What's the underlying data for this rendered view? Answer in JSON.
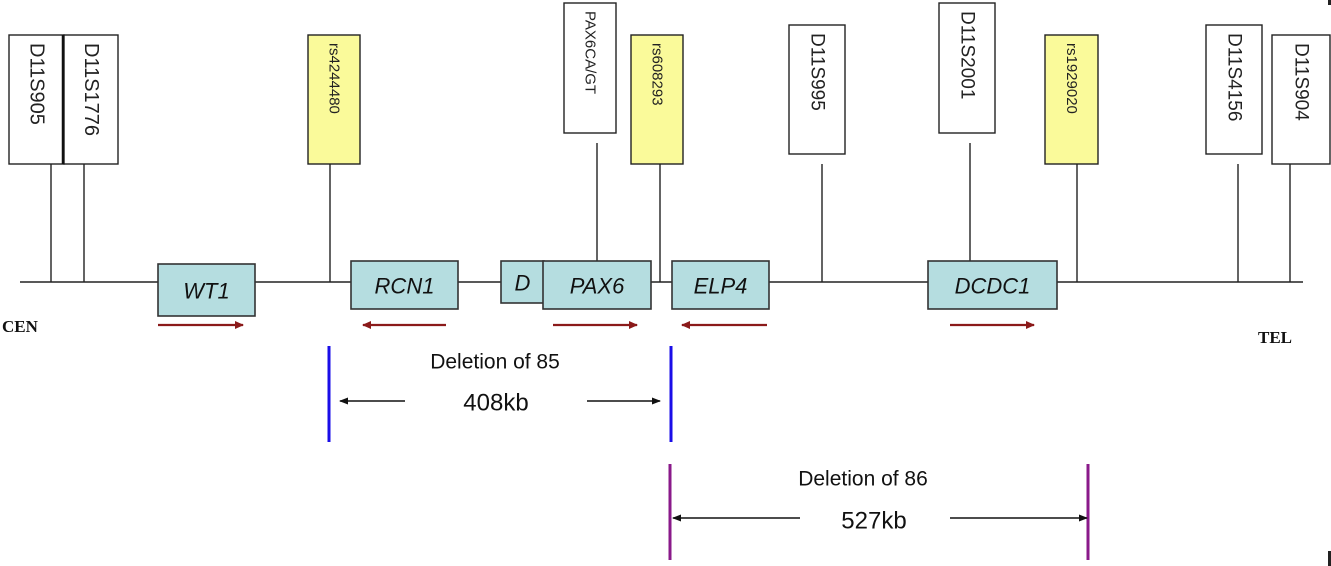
{
  "diagram": {
    "ends": {
      "left": "CEN",
      "right": "TEL"
    },
    "colors": {
      "gene_fill": "#b5dde0",
      "snp_fill": "#fafa9a",
      "marker_fill": "#ffffff",
      "arrow_gene": "#8b1a1a",
      "deletion_85": "#1a0ee8",
      "deletion_86": "#8a1a8a",
      "line": "#222222"
    },
    "markers": [
      {
        "id": "D11S905",
        "type": "microsatellite"
      },
      {
        "id": "D11S1776",
        "type": "microsatellite"
      },
      {
        "id": "rs4244480",
        "type": "snp"
      },
      {
        "id": "PAX6CA/GT",
        "type": "microsatellite"
      },
      {
        "id": "rs608293",
        "type": "snp"
      },
      {
        "id": "D11S995",
        "type": "microsatellite"
      },
      {
        "id": "D11S2001",
        "type": "microsatellite"
      },
      {
        "id": "rs1929020",
        "type": "snp"
      },
      {
        "id": "D11S4156",
        "type": "microsatellite"
      },
      {
        "id": "D11S904",
        "type": "microsatellite"
      }
    ],
    "genes": [
      {
        "name": "WT1",
        "direction": "forward"
      },
      {
        "name": "RCN1",
        "direction": "reverse"
      },
      {
        "name": "D",
        "direction": "none"
      },
      {
        "name": "PAX6",
        "direction": "forward"
      },
      {
        "name": "ELP4",
        "direction": "reverse"
      },
      {
        "name": "DCDC1",
        "direction": "forward"
      }
    ],
    "deletions": [
      {
        "label": "Deletion of 85",
        "size": "408kb",
        "from": "rs4244480",
        "to": "rs608293"
      },
      {
        "label": "Deletion of 86",
        "size": "527kb",
        "from": "rs608293",
        "to": "rs1929020"
      }
    ]
  }
}
